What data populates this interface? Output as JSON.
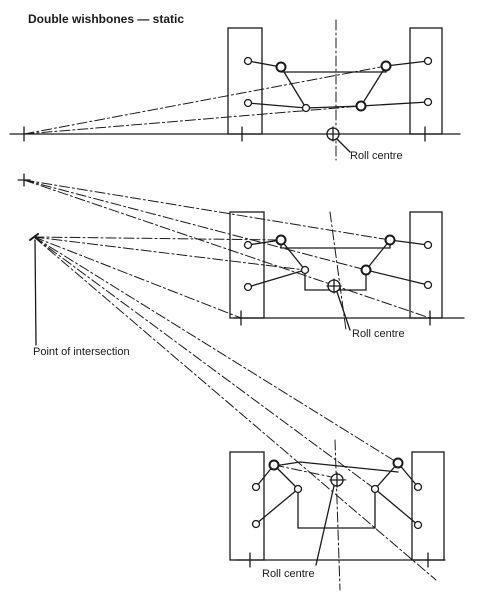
{
  "title": "Double wishbones — static",
  "labels": {
    "roll_centre_1": "Roll centre",
    "roll_centre_2": "Roll centre",
    "roll_centre_3": "Roll centre",
    "point_of_intersection": "Point of intersection"
  },
  "colors": {
    "ink": "#1a1a1a",
    "background": "#ffffff"
  }
}
